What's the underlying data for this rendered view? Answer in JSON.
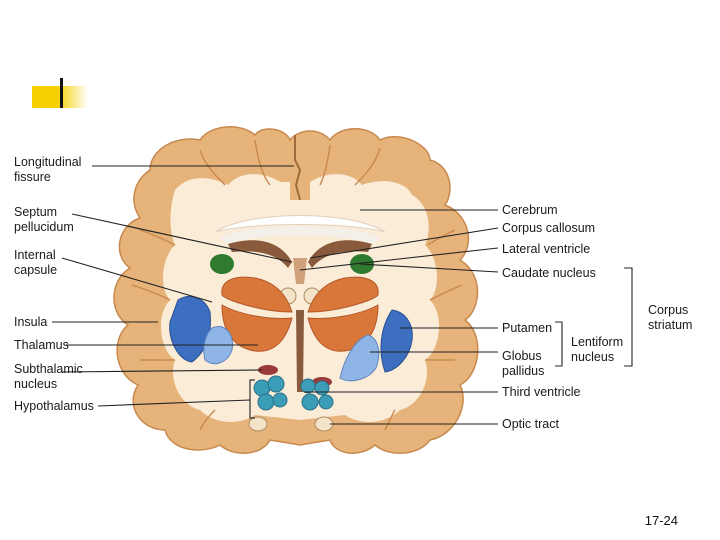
{
  "colors": {
    "accent": "#f6d000",
    "cortex": "#e6b47a",
    "white_matter": "#fbecd8",
    "caudate": "#2f7a2f",
    "putamen": "#3d6fc0",
    "globus_pallidus": "#8fb4e6",
    "thalamus": "#d9773a",
    "hypothalamus": "#3b9db8",
    "ventricle": "#8a5a3c"
  },
  "labels_left": {
    "longitudinal_fissure": [
      "Longitudinal",
      "fissure"
    ],
    "septum_pellucidum": [
      "Septum",
      "pellucidum"
    ],
    "internal_capsule": [
      "Internal",
      "capsule"
    ],
    "insula": "Insula",
    "thalamus": "Thalamus",
    "subthalamic_nucleus": [
      "Subthalamic",
      "nucleus"
    ],
    "hypothalamus": "Hypothalamus"
  },
  "labels_right": {
    "cerebrum": "Cerebrum",
    "corpus_callosum": "Corpus callosum",
    "lateral_ventricle": "Lateral ventricle",
    "caudate_nucleus": "Caudate nucleus",
    "putamen": "Putamen",
    "globus_pallidus": [
      "Globus",
      "pallidus"
    ],
    "third_ventricle": "Third ventricle",
    "optic_tract": "Optic tract"
  },
  "groups": {
    "lentiform_nucleus": [
      "Lentiform",
      "nucleus"
    ],
    "corpus_striatum": [
      "Corpus",
      "striatum"
    ]
  },
  "page_number": "17-24"
}
